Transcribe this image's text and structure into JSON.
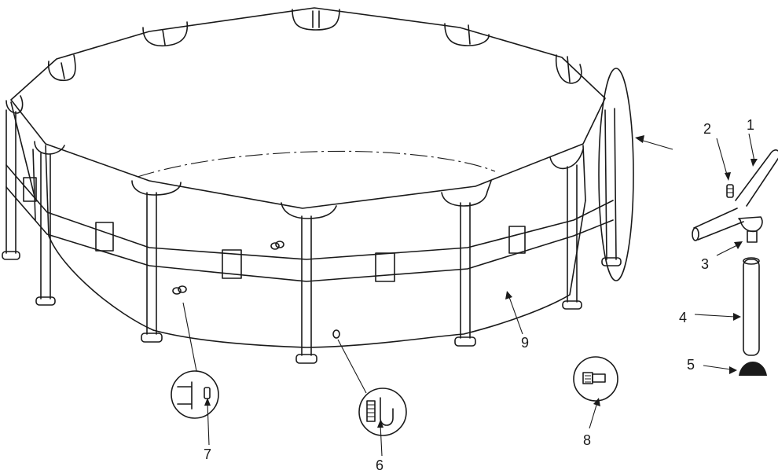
{
  "callouts": [
    {
      "id": "1",
      "text": "1"
    },
    {
      "id": "2",
      "text": "2"
    },
    {
      "id": "3",
      "text": "3"
    },
    {
      "id": "4",
      "text": "4"
    },
    {
      "id": "5",
      "text": "5"
    },
    {
      "id": "6",
      "text": "6"
    },
    {
      "id": "7",
      "text": "7"
    },
    {
      "id": "8",
      "text": "8"
    },
    {
      "id": "9",
      "text": "9"
    }
  ],
  "colors": {
    "line": "#1a1a1a",
    "background": "#ffffff",
    "fill": "#ffffff"
  }
}
